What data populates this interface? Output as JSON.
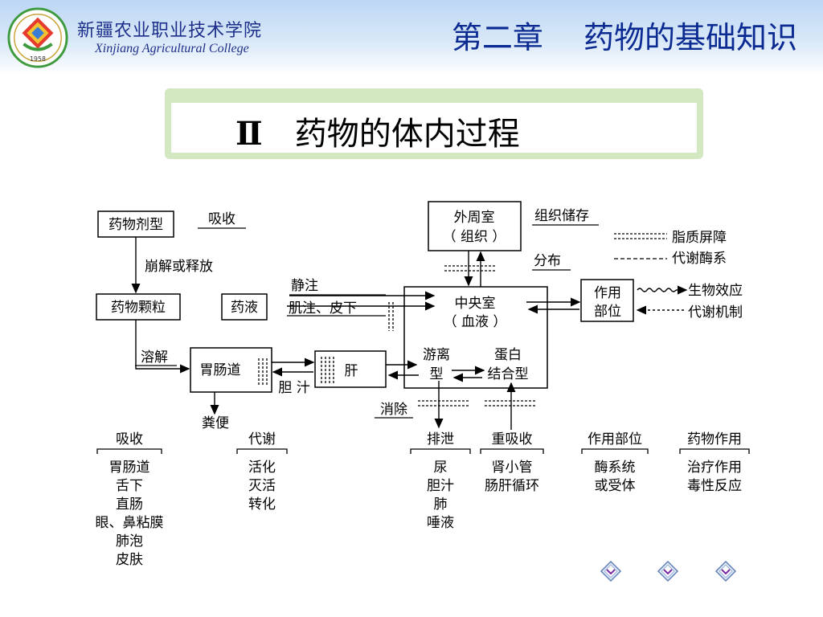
{
  "header": {
    "college_cn": "新疆农业职业技术学院",
    "college_en": "Xinjiang Agricultural College",
    "logo_year": "1958",
    "chapter": "第二章　 药物的基础知识"
  },
  "section": {
    "num": "Ⅱ",
    "title": "药物的体内过程"
  },
  "diagram": {
    "dosage_form": "药物剂型",
    "absorb": "吸收",
    "disintegrate": "崩解或释放",
    "granule": "药物颗粒",
    "solution": "药液",
    "dissolve": "溶解",
    "gi_tract": "胃肠道",
    "feces": "粪便",
    "liver": "肝",
    "bile": "胆 汁",
    "iv": "静注",
    "im_sc": "肌注、皮下",
    "central_l1": "中央室",
    "central_l2": "（ 血液 ）",
    "free_l1": "游离",
    "free_l2": "型",
    "bound_l1": "蛋白",
    "bound_l2": "结合型",
    "peripheral_l1": "外周室",
    "peripheral_l2": "（ 组织 ）",
    "tissue_storage": "组织储存",
    "distribution": "分布",
    "lipid_barrier": "脂质屏障",
    "enzyme_system": "代谢酶系",
    "site_l1": "作用",
    "site_l2": "部位",
    "bio_effect": "生物效应",
    "mechanism": "代谢机制",
    "elimination": "消除",
    "legend_lipid": "- - - - - - - - - -",
    "legend_enzyme": "- - - - - - - - -"
  },
  "bottom": {
    "cols": [
      {
        "header": "吸收",
        "items": [
          "胃肠道",
          "舌下",
          "直肠",
          "眼、鼻粘膜",
          "肺泡",
          "皮肤"
        ]
      },
      {
        "header": "代谢",
        "items": [
          "活化",
          "灭活",
          "转化"
        ]
      },
      {
        "header": "排泄",
        "items": [
          "尿",
          "胆汁",
          "肺",
          "唾液"
        ]
      },
      {
        "header": "重吸收",
        "items": [
          "肾小管",
          "肠肝循环"
        ]
      },
      {
        "header": "作用部位",
        "items": [
          "酶系统",
          "或受体"
        ]
      },
      {
        "header": "药物作用",
        "items": [
          "治疗作用",
          "毒性反应"
        ]
      }
    ]
  },
  "nav": [
    "nav-diamond-icon",
    "nav-diamond-icon",
    "nav-diamond-icon"
  ],
  "colors": {
    "title_blue": "#0b2a92",
    "header_bg": "#bcd7f4",
    "banner_green": "#d3e8c0"
  }
}
